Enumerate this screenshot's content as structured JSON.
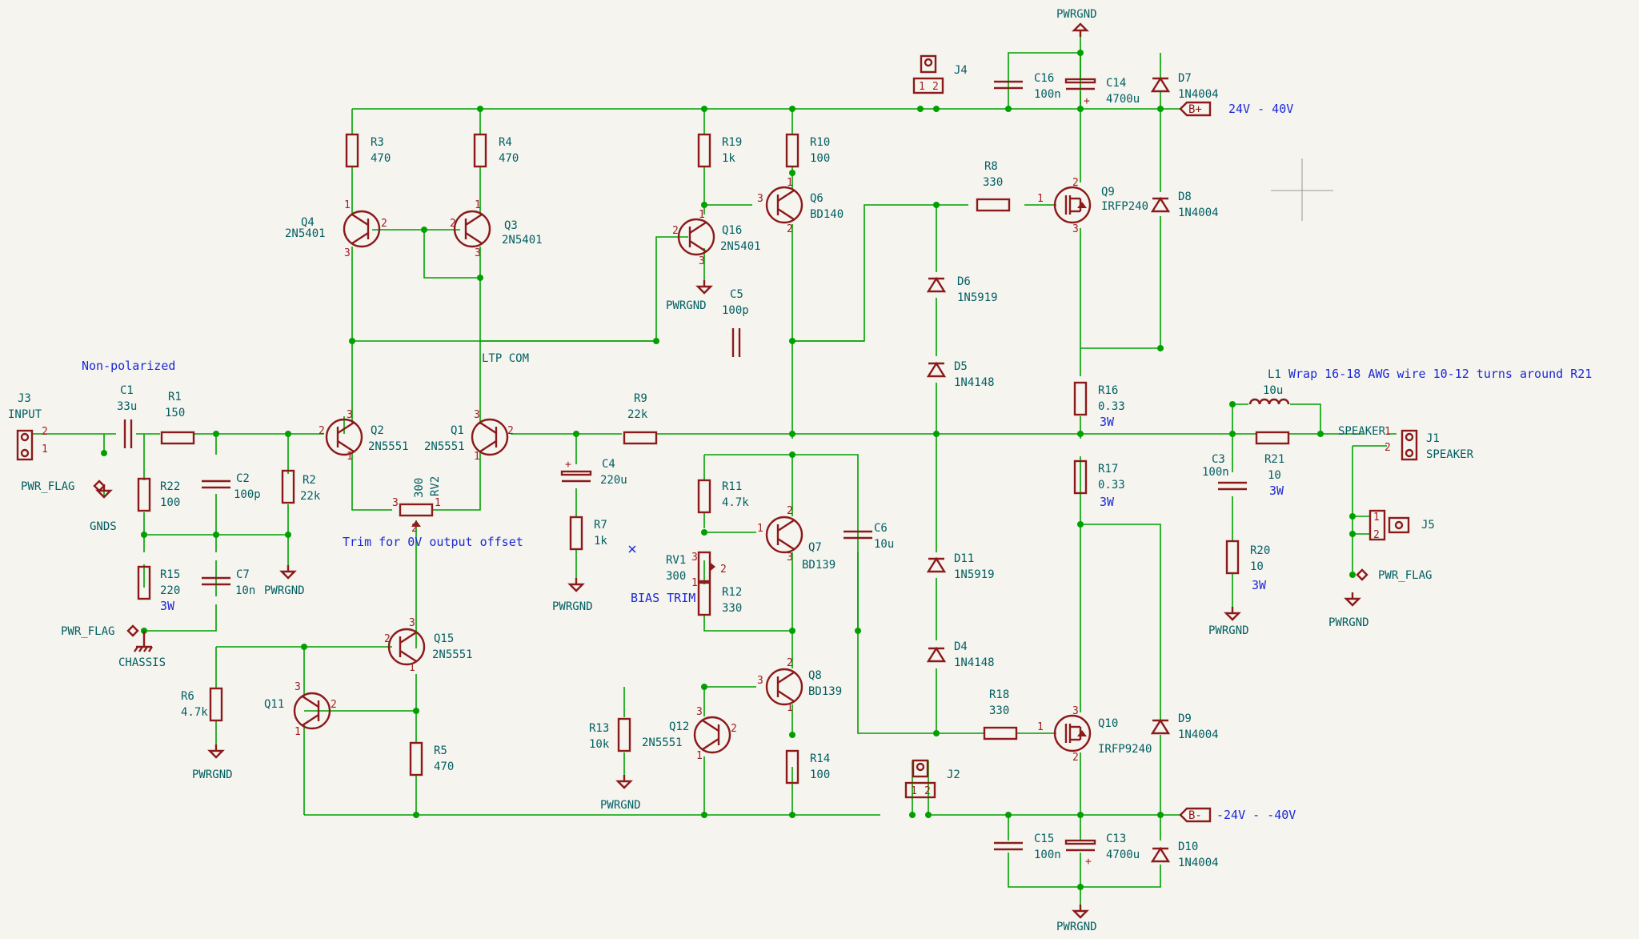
{
  "components": {
    "J3": {
      "ref": "J3",
      "value": "INPUT"
    },
    "C1": {
      "ref": "C1",
      "value": "33u"
    },
    "R1": {
      "ref": "R1",
      "value": "150"
    },
    "C2": {
      "ref": "C2",
      "value": "100p"
    },
    "R2": {
      "ref": "R2",
      "value": "22k"
    },
    "R22": {
      "ref": "R22",
      "value": "100"
    },
    "R15": {
      "ref": "R15",
      "value": "220",
      "power": "3W"
    },
    "C7": {
      "ref": "C7",
      "value": "10n"
    },
    "Q2": {
      "ref": "Q2",
      "value": "2N5551"
    },
    "Q1": {
      "ref": "Q1",
      "value": "2N5551"
    },
    "Q4": {
      "ref": "Q4",
      "value": "2N5401"
    },
    "Q3": {
      "ref": "Q3",
      "value": "2N5401"
    },
    "R3": {
      "ref": "R3",
      "value": "470"
    },
    "R4": {
      "ref": "R4",
      "value": "470"
    },
    "RV2": {
      "ref": "RV2",
      "value": "300"
    },
    "Q15": {
      "ref": "Q15",
      "value": "2N5551"
    },
    "Q11": {
      "ref": "Q11",
      "value": ""
    },
    "R6": {
      "ref": "R6",
      "value": "4.7k"
    },
    "R5": {
      "ref": "R5",
      "value": "470"
    },
    "R19": {
      "ref": "R19",
      "value": "1k"
    },
    "R10": {
      "ref": "R10",
      "value": "100"
    },
    "Q6": {
      "ref": "Q6",
      "value": "BD140"
    },
    "Q16": {
      "ref": "Q16",
      "value": "2N5401"
    },
    "C5": {
      "ref": "C5",
      "value": "100p"
    },
    "R9": {
      "ref": "R9",
      "value": "22k"
    },
    "C4": {
      "ref": "C4",
      "value": "220u"
    },
    "R7": {
      "ref": "R7",
      "value": "1k"
    },
    "R11": {
      "ref": "R11",
      "value": "4.7k"
    },
    "RV1": {
      "ref": "RV1",
      "value": "300"
    },
    "R12": {
      "ref": "R12",
      "value": "330"
    },
    "Q7": {
      "ref": "Q7",
      "value": "BD139"
    },
    "C6": {
      "ref": "C6",
      "value": "10u"
    },
    "Q8": {
      "ref": "Q8",
      "value": "BD139"
    },
    "Q12": {
      "ref": "Q12",
      "value": "2N5551"
    },
    "R13": {
      "ref": "R13",
      "value": "10k"
    },
    "R14": {
      "ref": "R14",
      "value": "100"
    },
    "J4": {
      "ref": "J4",
      "value": ""
    },
    "J2": {
      "ref": "J2",
      "value": ""
    },
    "C16": {
      "ref": "C16",
      "value": "100n"
    },
    "C14": {
      "ref": "C14",
      "value": "4700u"
    },
    "D7": {
      "ref": "D7",
      "value": "1N4004"
    },
    "D8": {
      "ref": "D8",
      "value": "1N4004"
    },
    "R8": {
      "ref": "R8",
      "value": "330"
    },
    "Q9": {
      "ref": "Q9",
      "value": "IRFP240"
    },
    "D6": {
      "ref": "D6",
      "value": "1N5919"
    },
    "D5": {
      "ref": "D5",
      "value": "1N4148"
    },
    "D11": {
      "ref": "D11",
      "value": "1N5919"
    },
    "D4": {
      "ref": "D4",
      "value": "1N4148"
    },
    "R16": {
      "ref": "R16",
      "value": "0.33",
      "power": "3W"
    },
    "R17": {
      "ref": "R17",
      "value": "0.33",
      "power": "3W"
    },
    "R18": {
      "ref": "R18",
      "value": "330"
    },
    "Q10": {
      "ref": "Q10",
      "value": "IRFP9240"
    },
    "D9": {
      "ref": "D9",
      "value": "1N4004"
    },
    "C15": {
      "ref": "C15",
      "value": "100n"
    },
    "C13": {
      "ref": "C13",
      "value": "4700u"
    },
    "D10": {
      "ref": "D10",
      "value": "1N4004"
    },
    "L1": {
      "ref": "L1",
      "value": "10u"
    },
    "R21": {
      "ref": "R21",
      "value": "10",
      "power": "3W"
    },
    "C3": {
      "ref": "C3",
      "value": "100n"
    },
    "R20": {
      "ref": "R20",
      "value": "10",
      "power": "3W"
    },
    "J1": {
      "ref": "J1",
      "value": "SPEAKER"
    },
    "J5": {
      "ref": "J5",
      "value": ""
    }
  },
  "labels": {
    "non_polarized": "Non-polarized",
    "ltp_com": "LTP COM",
    "trim_note": "Trim for 0V output offset",
    "bias_trim": "BIAS TRIM",
    "speaker_net": "SPEAKER",
    "l1_note": "Wrap 16-18 AWG wire 10-12 turns around R21",
    "bplus": "B+",
    "bplus_range": "24V - 40V",
    "bminus": "B-",
    "bminus_range": "-24V - -40V",
    "gnds": "GNDS",
    "chassis": "CHASSIS",
    "pwr_flag": "PWR_FLAG",
    "pwrgnd": "PWRGND"
  },
  "colors": {
    "wire": "#00a000",
    "component": "#8b1a1a",
    "text": "#005f62",
    "note": "#1a2ad6",
    "background": "#f5f4ef"
  }
}
